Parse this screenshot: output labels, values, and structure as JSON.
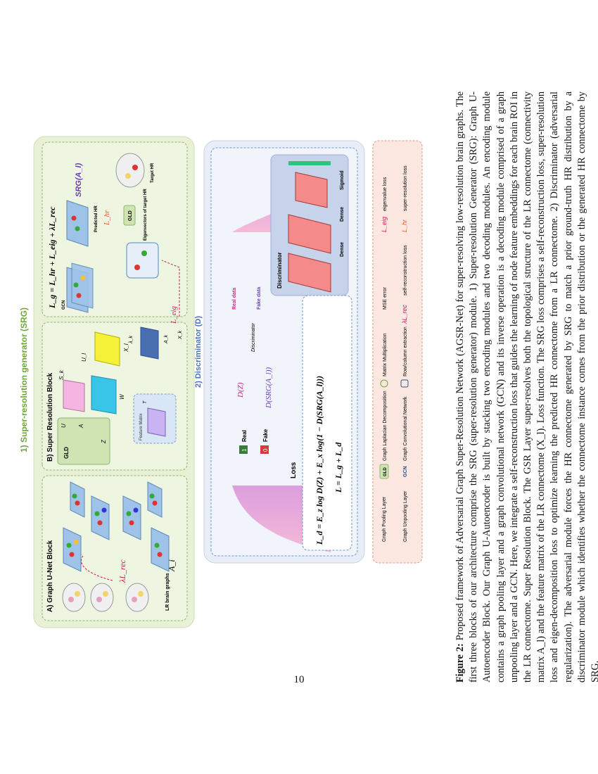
{
  "figure": {
    "srg_title": "1) Super-resolution generator (SRG)",
    "unet_title": "A) Graph U-Net Block",
    "sr_title": "B) Super Resolution Block",
    "disc_title": "2) Discriminator (D)",
    "lr_label": "LR brain graphs",
    "a_i": "A_i",
    "lambda_rec": "λL_rec",
    "gcn": "GCN",
    "gld": "GLD",
    "feature_matrix": "Feature Matrix",
    "loss_g": "L_g = L_hr + L_eig + λL_rec",
    "srg_at": "SRG(A_l)",
    "predicted_hr": "Predicted HR",
    "target_hr": "Target HR",
    "l_hr": "L_hr",
    "l_eig": "L_eig",
    "eigenvectors": "Eigenvectors of target HR",
    "sym": {
      "u": "U",
      "a": "A",
      "z": "Z",
      "w": "W",
      "s": "S_k",
      "x": "X_l",
      "xk": "X_k",
      "ak": "A_k",
      "lambda": "λ_k",
      "lambda2": "λ_k",
      "t": "T",
      "u1": "U_l"
    },
    "real": "Real",
    "fake": "Fake",
    "real_box": "1",
    "fake_box": "0",
    "dz": "D(Z)",
    "dsrg": "D(SRG(A_l))",
    "discriminator_small": "Discriminator",
    "real_data": "Real data",
    "fake_data": "Fake data",
    "discriminator": "Discriminator",
    "dense": "Dense",
    "dense2": "Dense",
    "sigmoid": "Sigmoid",
    "loss_title": "Loss",
    "loss_d": "L_d = E_z log D(Z) + E_x log(1 − D(SRG(A_l)))",
    "loss_total": "L = L_g + L_d",
    "legend": {
      "pool": "Graph Pooling Layer",
      "unpool": "Graph Unpooling Layer",
      "gld_box": "GLD",
      "gld_text": "Graph Laplacian Decomposition",
      "gcn_text": "Graph Convolutional Network",
      "matmul": "Matrix Multiplication",
      "rowcol": "Row/column extraction",
      "mse": "MSE error",
      "lrec_sym": "λL_rec",
      "lrec_text": "self-reconstruction loss",
      "leig_sym": "L_eig",
      "leig_text": "eigenvalue loss",
      "lhr_sym": "L_hr",
      "lhr_text": "super-resolution loss"
    }
  },
  "caption": {
    "label": "Figure 2:",
    "text": "Proposed framework of Adversarial Graph Super-Resolution Network (AGSR-Net) for super-resolving low-resolution brain graphs. The first three blocks of our architecture comprise the SRG (super-resolution generator) module. 1) Super-resolution Generator (SRG): Graph U-Autoencoder Block. Our Graph U-Autoencoder is built by stacking two encoding modules and two decoding modules. An encoding module contains a graph pooling layer and a graph convolutional network (GCN) and its inverse operation is a decoding module comprised of a graph unpooling layer and a GCN. Here, we integrate a self-reconstruction loss that guides the learning of node feature embeddings for each brain ROI in the LR connectome. Super Resolution Block. The GSR Layer super-resolves both the topological structure of the LR connectome (connectivity matrix A_l) and the feature matrix of the LR connectome (X_l). Loss function. The SRG loss comprises a self-reconstruction loss, super-resolution loss and eigen-decomposition loss to optimize learning the predicted HR connectome from a LR connectome. 2) Discriminator (adversarial regularization). The adversarial module forces the HR connectome generated by SRG to match a prior ground-truth HR distribution by a discriminator module which identifies whether the connectome instance comes from the prior distribution or the generated HR connectome by SRG."
  },
  "page_number": "10"
}
